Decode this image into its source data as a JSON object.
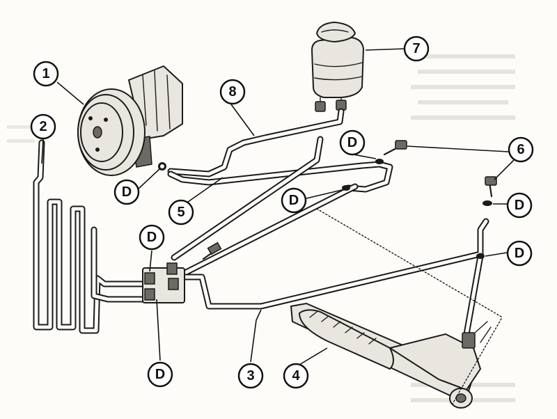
{
  "callouts": [
    {
      "id": "c1",
      "label": "1"
    },
    {
      "id": "c2",
      "label": "2"
    },
    {
      "id": "c3",
      "label": "3"
    },
    {
      "id": "c4",
      "label": "4"
    },
    {
      "id": "c5",
      "label": "5"
    },
    {
      "id": "c6",
      "label": "6"
    },
    {
      "id": "c7",
      "label": "7"
    },
    {
      "id": "c8",
      "label": "8"
    },
    {
      "id": "d1",
      "label": "D"
    },
    {
      "id": "d2",
      "label": "D"
    },
    {
      "id": "d3",
      "label": "D"
    },
    {
      "id": "d4",
      "label": "D"
    },
    {
      "id": "d5",
      "label": "D"
    },
    {
      "id": "d6",
      "label": "D"
    },
    {
      "id": "d7",
      "label": "D"
    }
  ]
}
